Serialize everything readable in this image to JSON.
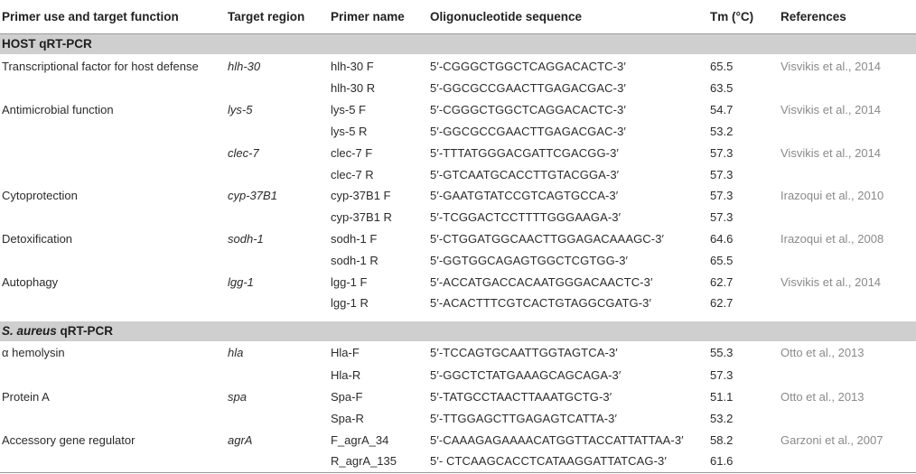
{
  "columns": [
    "Primer use and target function",
    "Target region",
    "Primer name",
    "Oligonucleotide sequence",
    "Tm (°C)",
    "References"
  ],
  "sections": [
    {
      "title_italic": "",
      "title_rest": "HOST qRT-PCR",
      "rows": [
        {
          "function": "Transcriptional factor for host defense",
          "target": "hlh-30",
          "primer": "hlh-30 F",
          "sequence": "5′-CGGGCTGGCTCAGGACACTC-3′",
          "tm": "65.5",
          "ref": "Visvikis et al., 2014"
        },
        {
          "function": "",
          "target": "",
          "primer": "hlh-30 R",
          "sequence": "5′-GGCGCCGAACTTGAGACGAC-3′",
          "tm": "63.5",
          "ref": ""
        },
        {
          "function": "Antimicrobial function",
          "target": "lys-5",
          "primer": "lys-5 F",
          "sequence": "5′-CGGGCTGGCTCAGGACACTC-3′",
          "tm": "54.7",
          "ref": "Visvikis et al., 2014"
        },
        {
          "function": "",
          "target": "",
          "primer": "lys-5 R",
          "sequence": "5′-GGCGCCGAACTTGAGACGAC-3′",
          "tm": "53.2",
          "ref": ""
        },
        {
          "function": "",
          "target": "clec-7",
          "primer": "clec-7 F",
          "sequence": "5′-TTTATGGGACGATTCGACGG-3′",
          "tm": "57.3",
          "ref": "Visvikis et al., 2014"
        },
        {
          "function": "",
          "target": "",
          "primer": "clec-7 R",
          "sequence": "5′-GTCAATGCACCTTGTACGGA-3′",
          "tm": "57.3",
          "ref": ""
        },
        {
          "function": "Cytoprotection",
          "target": "cyp-37B1",
          "primer": "cyp-37B1 F",
          "sequence": "5′-GAATGTATCCGTCAGTGCCA-3′",
          "tm": "57.3",
          "ref": "Irazoqui et al., 2010"
        },
        {
          "function": "",
          "target": "",
          "primer": "cyp-37B1 R",
          "sequence": "5′-TCGGACTCCTTTTGGGAAGA-3′",
          "tm": "57.3",
          "ref": ""
        },
        {
          "function": "Detoxification",
          "target": "sodh-1",
          "primer": "sodh-1 F",
          "sequence": "5′-CTGGATGGCAACTTGGAGACAAAGC-3′",
          "tm": "64.6",
          "ref": "Irazoqui et al., 2008"
        },
        {
          "function": "",
          "target": "",
          "primer": "sodh-1 R",
          "sequence": "5′-GGTGGCAGAGTGGCTCGTGG-3′",
          "tm": "65.5",
          "ref": ""
        },
        {
          "function": "Autophagy",
          "target": "lgg-1",
          "primer": "lgg-1 F",
          "sequence": "5′-ACCATGACCACAATGGGACAACTC-3′",
          "tm": "62.7",
          "ref": "Visvikis et al., 2014"
        },
        {
          "function": "",
          "target": "",
          "primer": "lgg-1 R",
          "sequence": "5′-ACACTTTCGTCACTGTAGGCGATG-3′",
          "tm": "62.7",
          "ref": ""
        }
      ]
    },
    {
      "title_italic": "S. aureus",
      "title_rest": " qRT-PCR",
      "rows": [
        {
          "function": "α hemolysin",
          "target": "hla",
          "primer": "Hla-F",
          "sequence": "5′-TCCAGTGCAATTGGTAGTCA-3′",
          "tm": "55.3",
          "ref": "Otto et al., 2013"
        },
        {
          "function": "",
          "target": "",
          "primer": "Hla-R",
          "sequence": "5′-GGCTCTATGAAAGCAGCAGA-3′",
          "tm": "57.3",
          "ref": ""
        },
        {
          "function": "Protein A",
          "target": "spa",
          "primer": "Spa-F",
          "sequence": "5′-TATGCCTAACTTAAATGCTG-3′",
          "tm": "51.1",
          "ref": "Otto et al., 2013"
        },
        {
          "function": "",
          "target": "",
          "primer": "Spa-R",
          "sequence": "5′-TTGGAGCTTGAGAGTCATTA-3′",
          "tm": "53.2",
          "ref": ""
        },
        {
          "function": "Accessory gene regulator",
          "target": "agrA",
          "primer": "F_agrA_34",
          "sequence": "5′-CAAAGAGAAAACATGGTTACCATTATTAA-3′",
          "tm": "58.2",
          "ref": "Garzoni et al., 2007"
        },
        {
          "function": "",
          "target": "",
          "primer": "R_agrA_135",
          "sequence": "5′- CTCAAGCACCTCATAAGGATTATCAG-3′",
          "tm": "61.6",
          "ref": ""
        }
      ]
    }
  ]
}
